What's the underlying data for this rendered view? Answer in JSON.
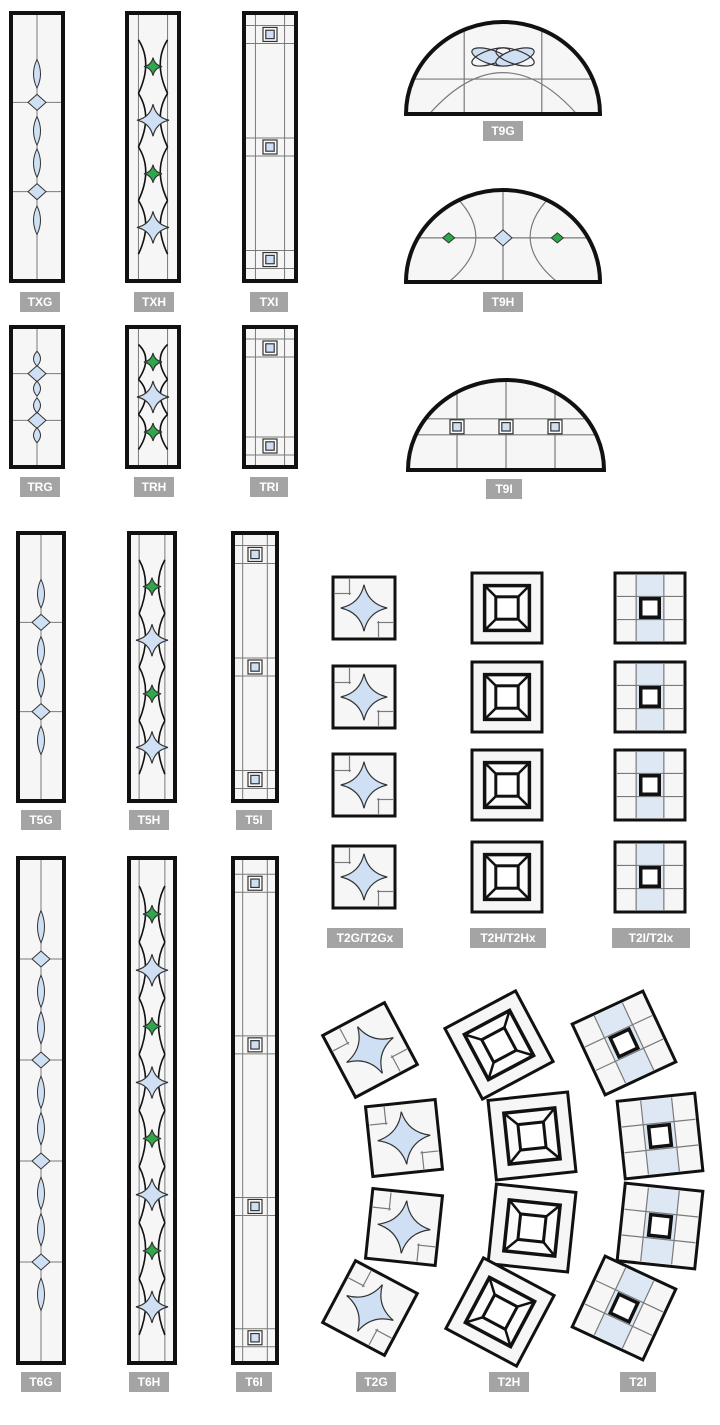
{
  "colors": {
    "frame": "#111111",
    "lead": "#7a7a7a",
    "glass": "#f6f6f6",
    "bevel": "#cfe0f5",
    "green": "#2ea84a",
    "label_bg": "#a4a4a4",
    "label_text": "#ffffff"
  },
  "labels": {
    "txg": "TXG",
    "txh": "TXH",
    "txi": "TXI",
    "t9g": "T9G",
    "t9h": "T9H",
    "t9i": "T9I",
    "trg": "TRG",
    "trh": "TRH",
    "tri": "TRI",
    "t5g": "T5G",
    "t5h": "T5H",
    "t5i": "T5I",
    "t2g_t2gx": "T2G/T2Gx",
    "t2h_t2hx": "T2H/T2Hx",
    "t2i_t2ix": "T2I/T2Ix",
    "t6g": "T6G",
    "t6h": "T6H",
    "t6i": "T6I",
    "t2g": "T2G",
    "t2h": "T2H",
    "t2i": "T2I"
  }
}
